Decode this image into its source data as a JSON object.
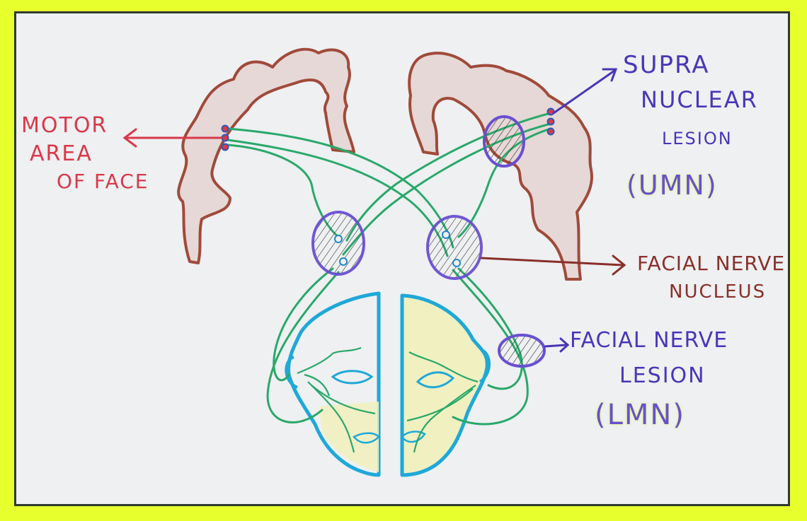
{
  "labels": {
    "motor_area_line1": "MOTOR",
    "motor_area_line2": "AREA",
    "motor_area_line3": "OF FACE",
    "supra_line1": "SUPRA",
    "supra_line2": "NUCLEAR",
    "supra_line3": "LESION",
    "umn": "(UMN)",
    "nucleus_line1": "FACIAL NERVE",
    "nucleus_line2": "NUCLEUS",
    "nerve_lesion_line1": "FACIAL NERVE",
    "nerve_lesion_line2": "LESION",
    "lmn": "(LMN)"
  },
  "colors": {
    "cortex": "#a04a3a",
    "cortex_fill": "#e8dada",
    "tract": "#2aa86a",
    "lesion": "#6a4fd0",
    "face_outline": "#1fa8d8",
    "face_fill": "#f1f0c0",
    "motor_label": "#d8394a",
    "lesion_label": "#4b35b8",
    "nucleus_label": "#8a2f2a"
  }
}
